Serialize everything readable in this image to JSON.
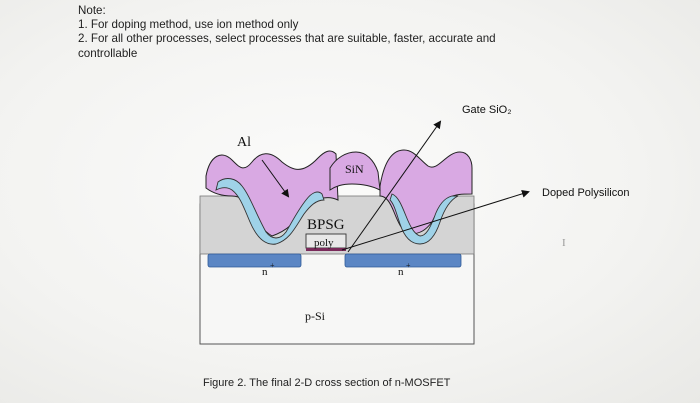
{
  "note": {
    "heading": "Note:",
    "item1": "1. For doping method, use ion method only",
    "item2": "2. For all other processes, select processes that are suitable, faster, accurate and",
    "item2_cont": "controllable"
  },
  "figure": {
    "labels": {
      "gate_sio2": "Gate SiO₂",
      "doped_polysilicon": "Doped Polysilicon",
      "al": "Al",
      "sin": "SiN",
      "bpsg": "BPSG",
      "poly": "poly",
      "n_plus_left": "n",
      "n_plus_right": "n",
      "plus": "+",
      "p_si": "p-Si",
      "cursor_mark": "I"
    },
    "caption": "Figure 2. The final 2-D cross section of n-MOSFET",
    "colors": {
      "aluminum": "#d9a9e3",
      "sin": "#9fd2e8",
      "bpsg": "#d4d4d4",
      "n_plus": "#5b86c4",
      "substrate": "#f7f7f6",
      "poly": "#e8e8e8",
      "gate_oxide": "#7a2a5a"
    }
  }
}
